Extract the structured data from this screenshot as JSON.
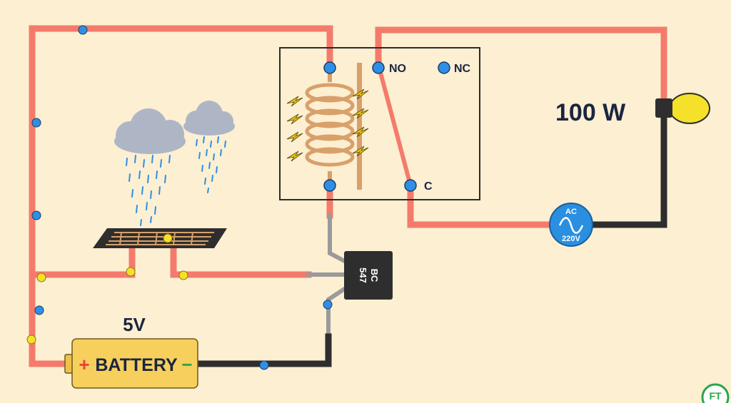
{
  "relay": {
    "no_label": "NO",
    "nc_label": "NC",
    "c_label": "C"
  },
  "lamp": {
    "power_label": "100 W"
  },
  "ac_source": {
    "type_label": "AC",
    "voltage_label": "220V"
  },
  "transistor": {
    "line1": "BC",
    "line2": "547"
  },
  "battery": {
    "voltage_label": "5V",
    "name_label": "BATTERY",
    "plus_sign": "+",
    "minus_sign": "−"
  },
  "logo": {
    "text": "FT"
  },
  "colors": {
    "background": "#fcefd2",
    "positive_wire": "#f47b6b",
    "negative_wire": "#2e2e2e",
    "signal_wire": "#9a9a9a",
    "node_blue": "#2f8fe6",
    "node_yellow": "#f5e12a",
    "coil": "#d9a06a",
    "lamp": "#f5e12a",
    "battery": "#f7cf5c",
    "ac_source": "#2a8fe0",
    "logo": "#2aa54a"
  }
}
